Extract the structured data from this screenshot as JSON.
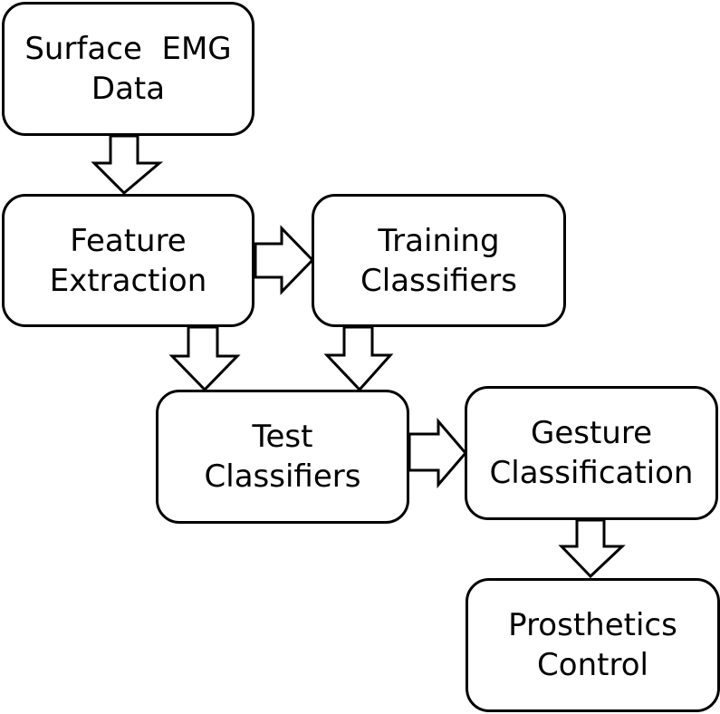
{
  "nodes": {
    "surface_emg": {
      "line1": "Surface  EMG",
      "line2": "Data"
    },
    "feature_extraction": {
      "line1": "Feature",
      "line2": "Extraction"
    },
    "training_classifiers": {
      "line1": "Training",
      "line2": "Classifiers"
    },
    "test_classifiers": {
      "line1": "Test",
      "line2": "Classifiers"
    },
    "gesture_classification": {
      "line1": "Gesture",
      "line2": "Classification"
    },
    "prosthetics_control": {
      "line1": "Prosthetics",
      "line2": "Control"
    }
  },
  "edges": [
    {
      "from": "surface_emg",
      "to": "feature_extraction"
    },
    {
      "from": "feature_extraction",
      "to": "training_classifiers"
    },
    {
      "from": "feature_extraction",
      "to": "test_classifiers"
    },
    {
      "from": "training_classifiers",
      "to": "test_classifiers"
    },
    {
      "from": "test_classifiers",
      "to": "gesture_classification"
    },
    {
      "from": "gesture_classification",
      "to": "prosthetics_control"
    }
  ]
}
